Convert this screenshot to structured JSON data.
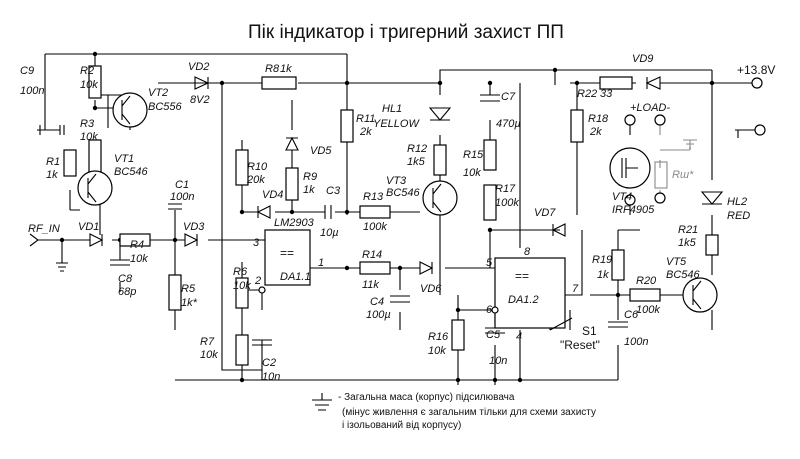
{
  "title": "Пік індикатор і тригерний захист ПП",
  "ground_note": {
    "line1": "- Загальна маса (корпус) підсилювача",
    "line2": "(мінус живлення є загальним тільки для схеми захисту",
    "line3": "і ізольований від корпусу)"
  },
  "labels": {
    "C9": "C9",
    "C9v": "100n",
    "R2": "R2",
    "R2v": "10k",
    "VT2": "VT2",
    "VT2v": "BC556",
    "VD2": "VD2",
    "VD2v": "8V2",
    "R8": "R8",
    "R8v": "1k",
    "VD9": "VD9",
    "R22": "R22",
    "R22v": "33",
    "supply": "+13.8V",
    "R3": "R3",
    "R3v": "10k",
    "R1": "R1",
    "R1v": "1k",
    "VT1": "VT1",
    "VT1v": "BC546",
    "R11": "R11",
    "R11v": "2k",
    "HL1": "HL1",
    "HL1v": "YELLOW",
    "C7": "C7",
    "C7v": "470µ",
    "R18": "R18",
    "R18v": "2k",
    "load": "+LOAD-",
    "R10": "R10",
    "R10v": "20k",
    "VD5": "VD5",
    "R9": "R9",
    "R9v": "1k",
    "R12": "R12",
    "R12v": "1k5",
    "R15": "R15",
    "R15v": "10k",
    "VT4": "VT4",
    "VT4v": "IRF4905",
    "Rsh": "Rш*",
    "HL2": "HL2",
    "HL2v": "RED",
    "C1": "C1",
    "C1v": "100n",
    "VD4": "VD4",
    "LM": "LM2903",
    "C3": "C3",
    "C3v": "10µ",
    "VT3": "VT3",
    "VT3v": "BC546",
    "R13": "R13",
    "R13v": "100k",
    "R17": "R17",
    "R17v": "100k",
    "VD7": "VD7",
    "R21": "R21",
    "R21v": "1k5",
    "RF_IN": "RF_IN",
    "VD1": "VD1",
    "R4": "R4",
    "R4v": "10k",
    "VD3": "VD3",
    "DA11": "DA1.1",
    "R14": "R14",
    "R14v": "11k",
    "VD6": "VD6",
    "DA12": "DA1.2",
    "R19": "R19",
    "R19v": "1k",
    "R20": "R20",
    "R20v": "100k",
    "VT5": "VT5",
    "VT5v": "BC546",
    "C8": "C8",
    "C8v": "68p",
    "R5": "R5",
    "R5v": "1k*",
    "R6": "R6",
    "R6v": "10k",
    "C4": "C4",
    "C4v": "100µ",
    "C5": "C5",
    "C5v": "10n",
    "S1": "S1",
    "S1v": "\"Reset\"",
    "C6": "C6",
    "C6v": "100n",
    "R7": "R7",
    "R7v": "10k",
    "C2": "C2",
    "C2v": "10n",
    "R16": "R16",
    "R16v": "10k",
    "p3": "3",
    "p2": "2",
    "p1": "1",
    "p8": "8",
    "p5": "5",
    "p6": "6",
    "p7": "7",
    "p4": "4",
    "eq1": "==",
    "eq2": "=="
  }
}
